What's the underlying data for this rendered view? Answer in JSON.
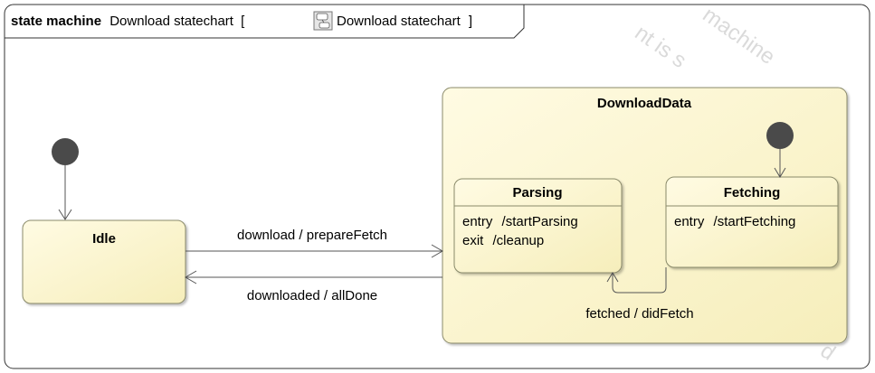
{
  "frame": {
    "keyword": "state  machine",
    "name": "Download statechart",
    "bracket_open": "[",
    "ref_name": "Download statechart",
    "bracket_close": "]",
    "icon": "state-machine-diagram-icon"
  },
  "watermark": {
    "lines": [
      "machine",
      "nt is s",
      "d"
    ]
  },
  "states": {
    "idle": {
      "name": "Idle"
    },
    "download_data": {
      "name": "DownloadData"
    },
    "parsing": {
      "name": "Parsing",
      "entry_keyword": "entry",
      "entry_action": "/startParsing",
      "exit_keyword": "exit",
      "exit_action": "/cleanup"
    },
    "fetching": {
      "name": "Fetching",
      "entry_keyword": "entry",
      "entry_action": "/startFetching"
    }
  },
  "transitions": {
    "download": "download / prepareFetch",
    "downloaded": "downloaded / allDone",
    "fetched": "fetched / didFetch"
  },
  "colors": {
    "state_fill": "#fdf8d3",
    "state_fill_shade": "#f7efb8",
    "state_border": "#8a8a6a",
    "initial_node": "#4a4a4a",
    "frame_border": "#333333"
  }
}
